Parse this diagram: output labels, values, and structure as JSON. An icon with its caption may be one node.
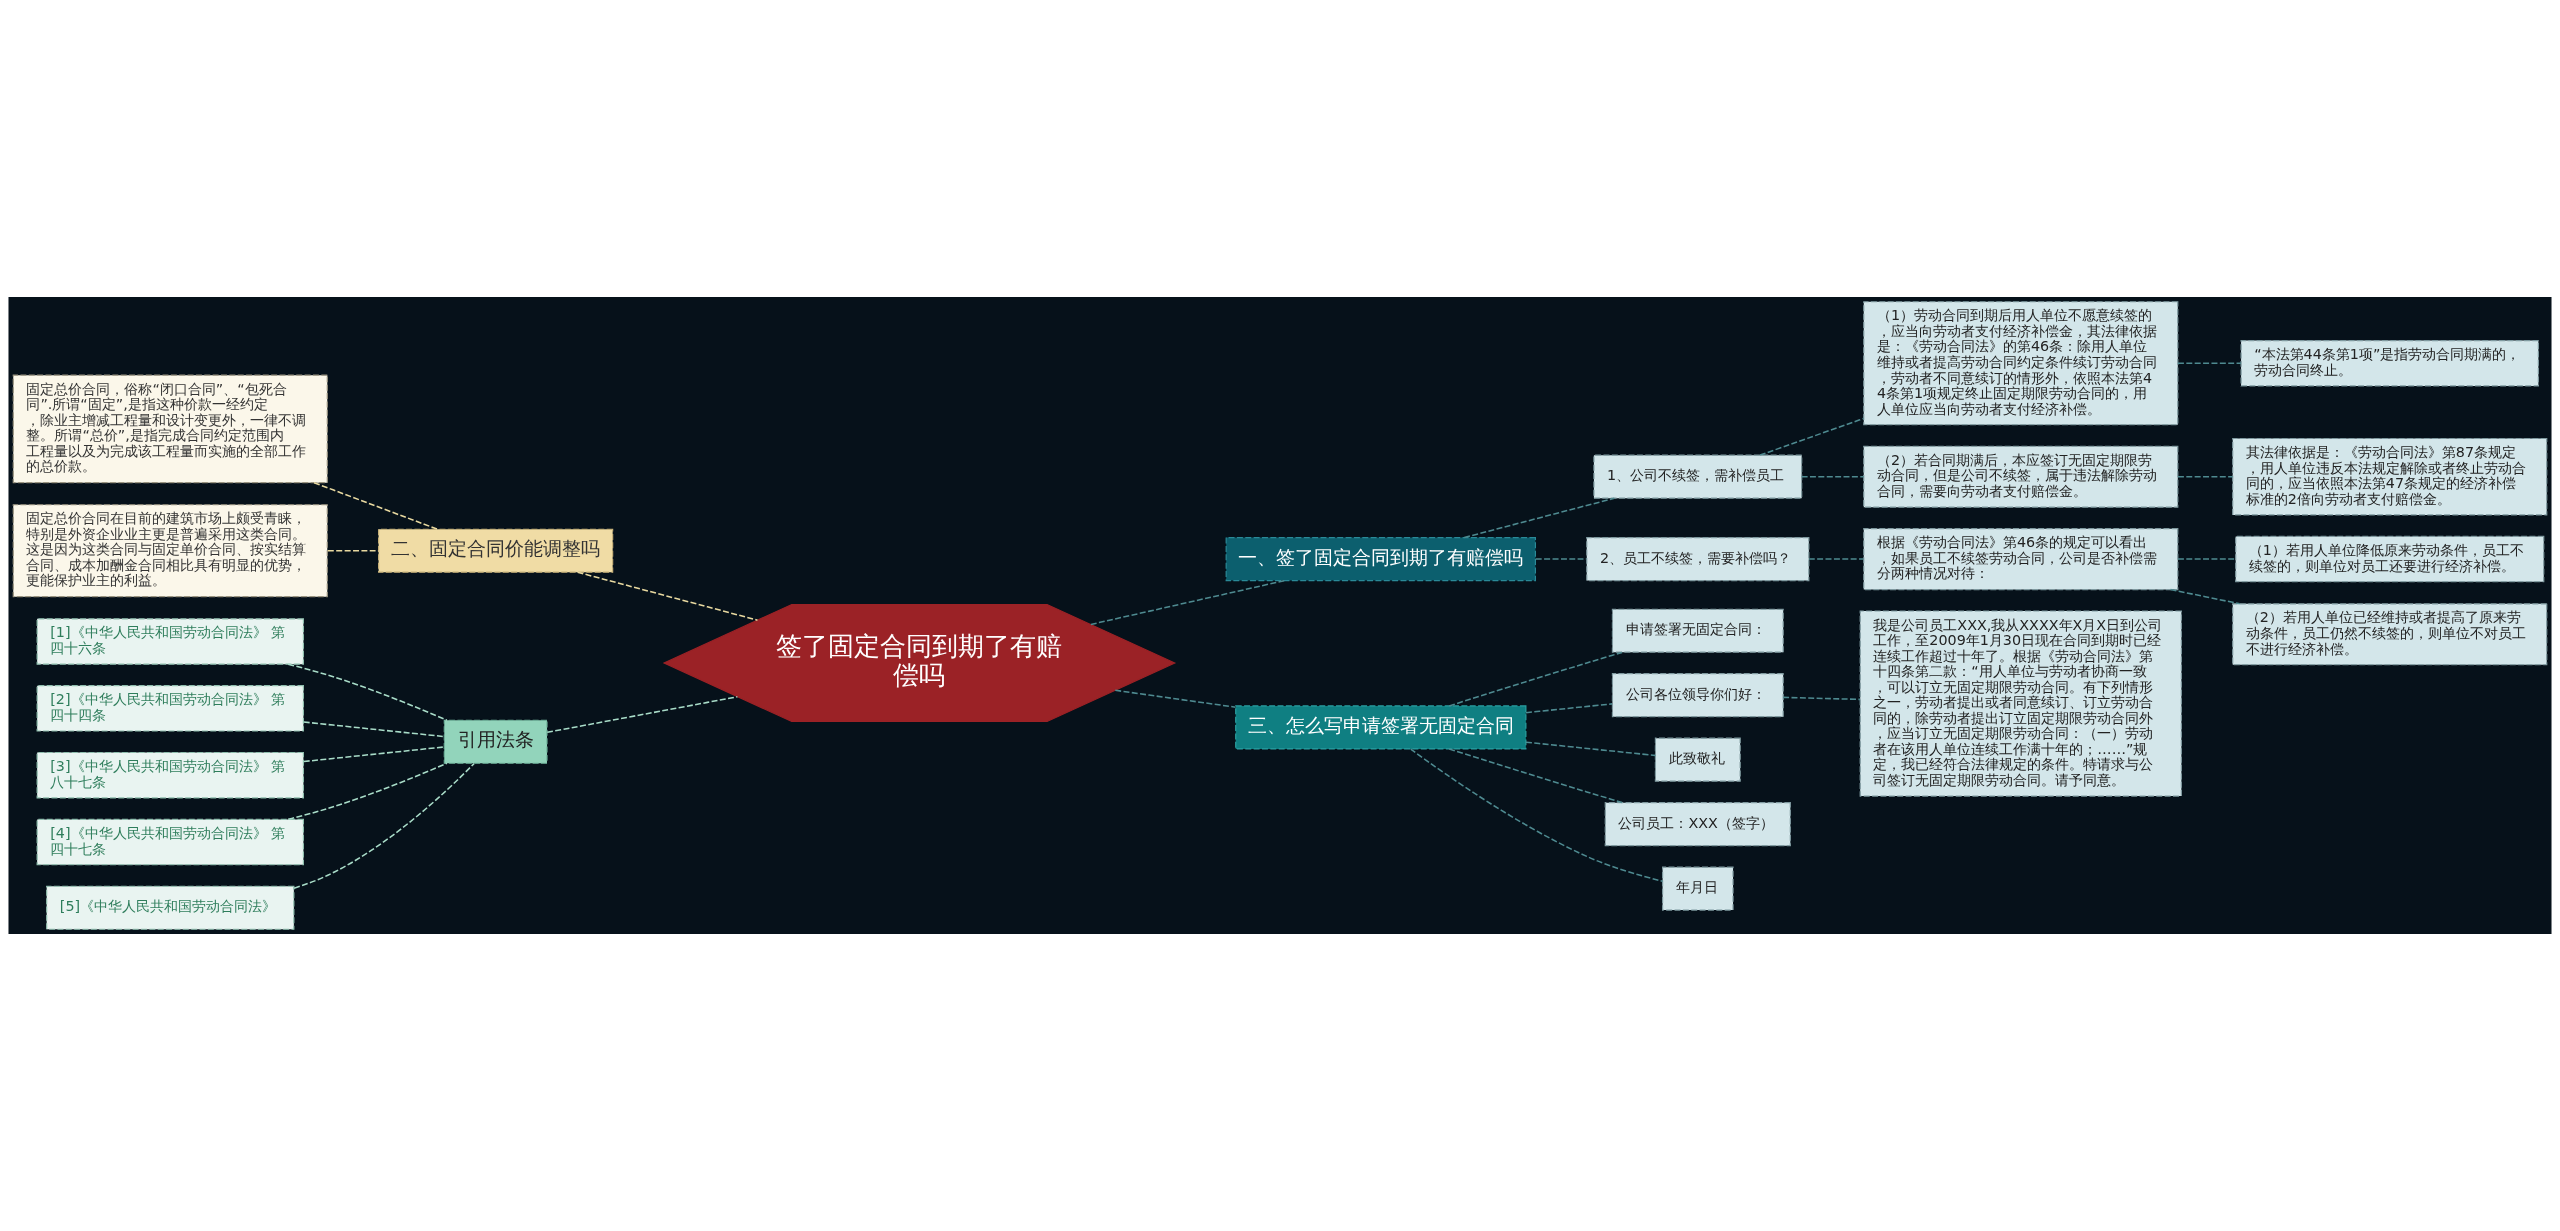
{
  "diagram": {
    "nodes": [
      {
        "text": [
          "签了固定合同到期了有赔偿吗"
        ]
      },
      {
        "text": [
          "一、签了固定合同到期了有赔偿吗"
        ]
      },
      {
        "text": [
          "1、公司不续签，需补偿员工"
        ]
      },
      {
        "text": [
          "（1）劳动合同到期后用人单位不愿意续签的，应当向劳动者支付经济补偿金，其法律依据是：《劳动合同法》的第46条：除用人单位维持或者提高劳动合同约定条件续订劳动合同，劳动者不同意续订的情形外，依照本法第44条第1项规定终止固定期限劳动合同的，用人单位应当向劳动者支付经济补偿。"
        ]
      },
      {
        "text": [
          "“本法第44条第1项”是指劳动合同期满的，劳动合同终止。"
        ]
      },
      {
        "text": [
          "（2）若合同期满后，本应签订无固定期限劳动合同，但是公司不续签，属于违法解除劳动合同，需要向劳动者支付赔偿金。"
        ]
      },
      {
        "text": [
          "其法律依据是：《劳动合同法》第87条规定，用人单位违反本法规定解除或者终止劳动合同的，应当依照本法第47条规定的经济补偿标准的2倍向劳动者支付赔偿金。"
        ]
      },
      {
        "text": [
          "2、员工不续签，需要补偿吗？"
        ]
      },
      {
        "text": [
          "根据《劳动合同法》第46条的规定可以看出，如果员工不续签劳动合同，公司是否补偿需分两种情况对待："
        ]
      },
      {
        "text": [
          "（1）若用人单位降低原来劳动条件，员工不续签的，则单位对员工还要进行经济补偿。"
        ]
      },
      {
        "text": [
          "（2）若用人单位已经维持或者提高了原来劳动条件，员工仍然不续签的，则单位不对员工不进行经济补偿。"
        ]
      },
      {
        "text": [
          "三、怎么写申请签署无固定合同"
        ]
      },
      {
        "text": [
          "申请签署无固定合同："
        ]
      },
      {
        "text": [
          "公司各位领导你们好："
        ]
      },
      {
        "text": [
          "我是公司员工XXX,我从XXXX年X月X日到公司工作，至2009年1月30日现在合同到期时已经连续工作超过十年了。根据《劳动合同法》第十四条第二款：“用人单位与劳动者协商一致，可以订立无固定期限劳动合同。有下列情形之一，劳动者提出或者同意续订、订立劳动合同的，除劳动者提出订立固定期限劳动合同外，应当订立无固定期限劳动合同：（一）劳动者在该用人单位连续工作满十年的；……”规定，我已经符合法律规定的条件。特请求与公司签订无固定期限劳动合同。请予同意。"
        ]
      },
      {
        "text": [
          "此致敬礼"
        ]
      },
      {
        "text": [
          "公司员工：XXX（签字）"
        ]
      },
      {
        "text": [
          "年月日"
        ]
      },
      {
        "text": [
          "二、固定合同价能调整吗"
        ]
      },
      {
        "text": [
          "固定总价合同，俗称“闭口合同”、“包死合同”.所谓“固定”,是指这种价款一经约定，除业主增减工程量和设计变更外，一律不调整。所谓“总价”,是指完成合同约定范围内工程量以及为完成该工程量而实施的全部工作的总价款。"
        ]
      },
      {
        "text": [
          "固定总价合同在目前的建筑市场上颇受青睐，特别是外资企业业主更是普遍采用这类合同。这是因为这类合同与固定单价合同、按实结算合同、成本加酬金合同相比具有明显的优势，更能保护业主的利益。"
        ]
      },
      {
        "text": [
          "引用法条"
        ]
      },
      {
        "text": [
          "[1]《中华人民共和国劳动合同法》 第四十六条"
        ]
      },
      {
        "text": [
          "[2]《中华人民共和国劳动合同法》 第四十四条"
        ]
      },
      {
        "text": [
          "[3]《中华人民共和国劳动合同法》 第八十七条"
        ]
      },
      {
        "text": [
          "[4]《中华人民共和国劳动合同法》 第四十七条"
        ]
      },
      {
        "text": [
          "[5]《中华人民共和国劳动合同法》"
        ]
      }
    ],
    "edges": [
      {
        "from": 0,
        "to": 1,
        "arrow": "none"
      },
      {
        "from": 1,
        "to": 2,
        "arrow": "none"
      },
      {
        "from": 2,
        "to": 3,
        "arrow": "none"
      },
      {
        "from": 3,
        "to": 4,
        "arrow": "none"
      },
      {
        "from": 2,
        "to": 5,
        "arrow": "none"
      },
      {
        "from": 5,
        "to": 6,
        "arrow": "none"
      },
      {
        "from": 1,
        "to": 7,
        "arrow": "none"
      },
      {
        "from": 7,
        "to": 8,
        "arrow": "none"
      },
      {
        "from": 8,
        "to": 9,
        "arrow": "none"
      },
      {
        "from": 8,
        "to": 10,
        "arrow": "none"
      },
      {
        "from": 0,
        "to": 11,
        "arrow": "none"
      },
      {
        "from": 11,
        "to": 12,
        "arrow": "none"
      },
      {
        "from": 11,
        "to": 13,
        "arrow": "none"
      },
      {
        "from": 13,
        "to": 14,
        "arrow": "none"
      },
      {
        "from": 11,
        "to": 15,
        "arrow": "none"
      },
      {
        "from": 11,
        "to": 16,
        "arrow": "none"
      },
      {
        "from": 11,
        "to": 17,
        "arrow": "none"
      },
      {
        "from": 0,
        "to": 18,
        "arrow": "none",
        "color": "#e8d9a0"
      },
      {
        "from": 18,
        "to": 19,
        "arrow": "none",
        "color": "#e8d9a0"
      },
      {
        "from": 18,
        "to": 20,
        "arrow": "none",
        "color": "#e8d9a0"
      },
      {
        "from": 0,
        "to": 21,
        "arrow": "none",
        "color": "#a8dcc8"
      },
      {
        "from": 21,
        "to": 22,
        "arrow": "none",
        "color": "#a8dcc8"
      },
      {
        "from": 21,
        "to": 23,
        "arrow": "none",
        "color": "#a8dcc8"
      },
      {
        "from": 21,
        "to": 24,
        "arrow": "none",
        "color": "#a8dcc8"
      },
      {
        "from": 21,
        "to": 25,
        "arrow": "none",
        "color": "#a8dcc8"
      },
      {
        "from": 21,
        "to": 26,
        "arrow": "none",
        "color": "#a8dcc8"
      }
    ]
  }
}
